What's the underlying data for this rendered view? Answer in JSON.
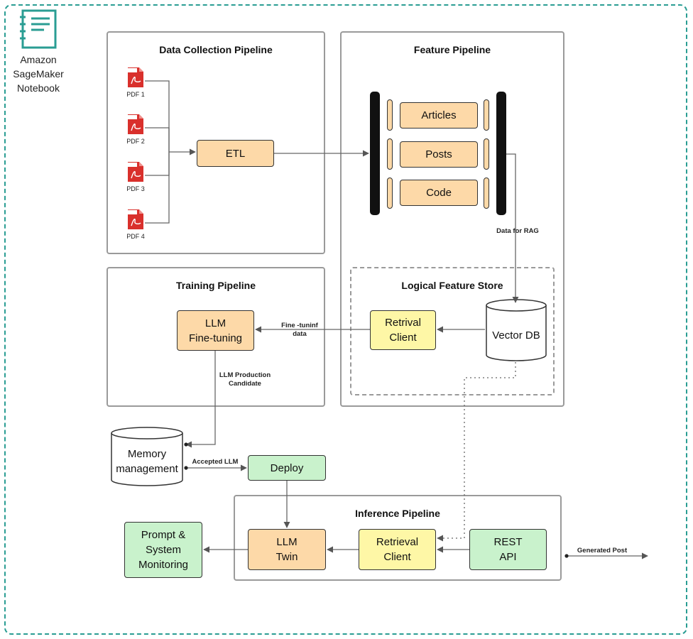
{
  "notebook": {
    "label_line1": "Amazon",
    "label_line2": "SageMaker",
    "label_line3": "Notebook",
    "icon": "notebook-icon",
    "color": "#2a9d93"
  },
  "data_collection": {
    "title": "Data Collection Pipeline",
    "pdfs": [
      {
        "badge": "PDF",
        "label": "PDF 1"
      },
      {
        "badge": "PDF",
        "label": "PDF 2"
      },
      {
        "badge": "PDF",
        "label": "PDF 3"
      },
      {
        "badge": "PDF",
        "label": "PDF 4"
      }
    ],
    "etl": "ETL"
  },
  "feature": {
    "title": "Feature Pipeline",
    "items": [
      "Articles",
      "Posts",
      "Code"
    ],
    "data_for_rag": "Data for RAG"
  },
  "feature_store": {
    "title": "Logical Feature Store",
    "retrival_line1": "Retrival",
    "retrival_line2": "Client",
    "vector_db": "Vector DB",
    "finetune_line1": "Fine -tuninf",
    "finetune_line2": "data"
  },
  "training": {
    "title": "Training Pipeline",
    "llm_line1": "LLM",
    "llm_line2": "Fine-tuning",
    "candidate_line1": "LLM Production",
    "candidate_line2": "Candidate"
  },
  "memory": {
    "line1": "Memory",
    "line2": "management",
    "accepted": "Accepted LLM"
  },
  "deploy": "Deploy",
  "inference": {
    "title": "Inference Pipeline",
    "llm_twin_line1": "LLM",
    "llm_twin_line2": "Twin",
    "retrieval_line1": "Retrieval",
    "retrieval_line2": "Client",
    "rest_line1": "REST",
    "rest_line2": "API",
    "generated": "Generated Post"
  },
  "monitoring": {
    "line1": "Prompt &",
    "line2": "System",
    "line3": "Monitoring"
  },
  "colors": {
    "orange": "#fdd9a8",
    "yellow": "#fef7a6",
    "green": "#c9f2cc",
    "teal": "#2a9d93"
  }
}
